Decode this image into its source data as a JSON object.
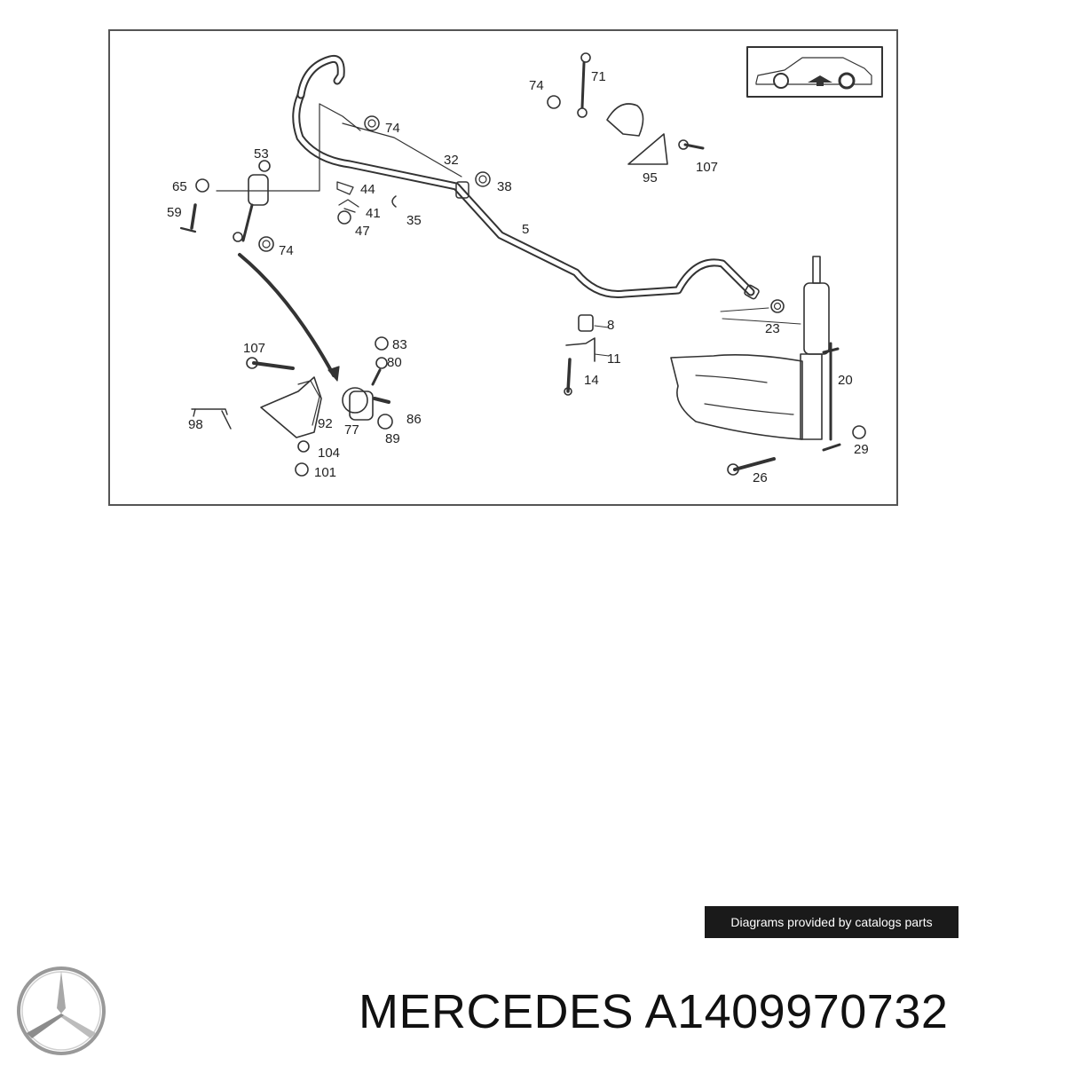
{
  "diagram": {
    "callouts": [
      {
        "id": "c71",
        "text": "71"
      },
      {
        "id": "c74a",
        "text": "74"
      },
      {
        "id": "c74b",
        "text": "74"
      },
      {
        "id": "c74c",
        "text": "74"
      },
      {
        "id": "c53",
        "text": "53"
      },
      {
        "id": "c32",
        "text": "32"
      },
      {
        "id": "c107a",
        "text": "107"
      },
      {
        "id": "c95",
        "text": "95"
      },
      {
        "id": "c65",
        "text": "65"
      },
      {
        "id": "c44",
        "text": "44"
      },
      {
        "id": "c38",
        "text": "38"
      },
      {
        "id": "c59",
        "text": "59"
      },
      {
        "id": "c41",
        "text": "41"
      },
      {
        "id": "c35",
        "text": "35"
      },
      {
        "id": "c47",
        "text": "47"
      },
      {
        "id": "c5",
        "text": "5"
      },
      {
        "id": "c23",
        "text": "23"
      },
      {
        "id": "c8",
        "text": "8"
      },
      {
        "id": "c11",
        "text": "11"
      },
      {
        "id": "c14",
        "text": "14"
      },
      {
        "id": "c20",
        "text": "20"
      },
      {
        "id": "c107b",
        "text": "107"
      },
      {
        "id": "c83",
        "text": "83"
      },
      {
        "id": "c80",
        "text": "80"
      },
      {
        "id": "c86",
        "text": "86"
      },
      {
        "id": "c98",
        "text": "98"
      },
      {
        "id": "c92",
        "text": "92"
      },
      {
        "id": "c77",
        "text": "77"
      },
      {
        "id": "c89",
        "text": "89"
      },
      {
        "id": "c104",
        "text": "104"
      },
      {
        "id": "c101",
        "text": "101"
      },
      {
        "id": "c29",
        "text": "29"
      },
      {
        "id": "c26",
        "text": "26"
      }
    ]
  },
  "credit": "Diagrams provided by catalogs parts",
  "title": "MERCEDES A1409970732"
}
